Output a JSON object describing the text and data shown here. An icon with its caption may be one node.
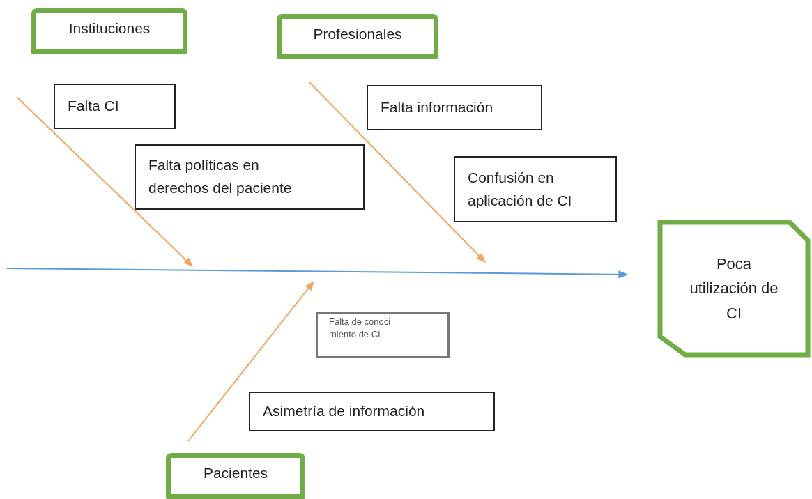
{
  "diagram": {
    "nodes": [
      {
        "text": [
          "Instituciones"
        ]
      },
      {
        "text": [
          "Profesionales"
        ]
      },
      {
        "text": [
          "Falta CI"
        ]
      },
      {
        "text": [
          "Falta información"
        ]
      },
      {
        "text": [
          "Falta políticas en derechos del paciente"
        ]
      },
      {
        "text": [
          "Confusión en aplicación de CI"
        ]
      },
      {
        "text": [
          "Poca utilización de CI"
        ]
      },
      {
        "text": [
          "Falta de conocimiento de CI"
        ]
      },
      {
        "text": [
          "Asimetría de información"
        ]
      },
      {
        "text": [
          "Pacientes"
        ]
      }
    ],
    "edges": [
      {
        "from": null,
        "to": 6,
        "arrow": "to",
        "color": "#5b9bd5"
      },
      {
        "from": 0,
        "to": null,
        "arrow": "to"
      },
      {
        "from": 1,
        "to": null,
        "arrow": "to"
      },
      {
        "from": 9,
        "to": null,
        "arrow": "to"
      }
    ]
  }
}
